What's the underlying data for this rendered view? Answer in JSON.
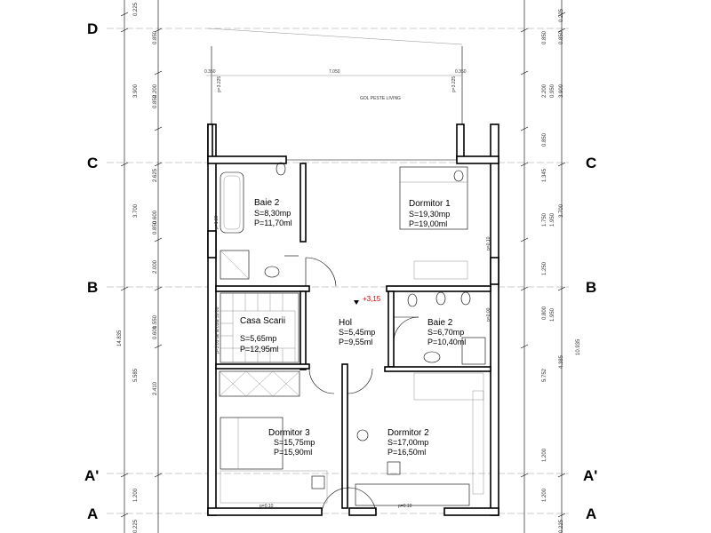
{
  "axes": {
    "D": "D",
    "C": "C",
    "B": "B",
    "A_prime": "A'",
    "A": "A"
  },
  "dims_left_outer": {
    "d1": "0.225",
    "d2": "3.900",
    "d3": "3.700",
    "d4": "14.835",
    "d5": "5.585",
    "d6": "1.200",
    "d7": "0.225"
  },
  "dims_left_inner": {
    "d1": "0.850",
    "d2": "2.200",
    "d3": "0.850",
    "d4": "2.625",
    "d5": "0.600",
    "d6": "0.850",
    "d7": "2.000",
    "d8": "1.550",
    "d9": "0.600",
    "d10": "2.410"
  },
  "dims_right_inner": {
    "d1": "0.850",
    "d2": "2.200",
    "d3": "0.850",
    "d4": "1.345",
    "d5": "1.750",
    "d6": "1.250",
    "d7": "0.800",
    "d8": "5.752",
    "d9": "1.200",
    "d10": "1.200"
  },
  "dims_right_outer": {
    "d1": "0.225",
    "d2": "0.850",
    "d3": "3.900",
    "d4": "0.950",
    "d5": "3.700",
    "d6": "1.950",
    "d7": "1.950",
    "d8": "4.385",
    "d9": "10.935",
    "d10": "0.225"
  },
  "top": {
    "span": "7.050",
    "left_small": "0.350",
    "right_small": "0.350",
    "void_label": "GOL PESTE LIVING",
    "p_left": "p=3.225",
    "p_right": "p=3.225"
  },
  "rooms": {
    "baie2_top": {
      "name": "Baie 2",
      "s": "S=8,30mp",
      "p": "P=11,70ml"
    },
    "dormitor1": {
      "name": "Dormitor 1",
      "s": "S=19,30mp",
      "p": "P=19,00ml"
    },
    "casa_scarii": {
      "name": "Casa Scarii",
      "s": "S=5,65mp",
      "p": "P=12,95ml"
    },
    "hol": {
      "name": "Hol",
      "s": "S=5,45mp",
      "p": "P=9,55ml"
    },
    "baie2_mid": {
      "name": "Baie 2",
      "s": "S=6,70mp",
      "p": "P=10,40ml"
    },
    "dormitor3": {
      "name": "Dormitor 3",
      "s": "S=15,75mp",
      "p": "P=15,90ml"
    },
    "dormitor2": {
      "name": "Dormitor 2",
      "s": "S=17,00mp",
      "p": "P=16,50ml"
    }
  },
  "level": "+3,15",
  "small_labels": {
    "p_left_wall": "p=1.30",
    "p_right_wall": "p=0.10",
    "p_right_wall2": "p=0.00",
    "p_bottom_left": "p=0.10",
    "p_bottom_right": "p=0.10",
    "stair_note": "p=3.05 de la cota ±0.00"
  },
  "colors": {
    "wall": "#000000",
    "level_mark": "#cc0000"
  }
}
